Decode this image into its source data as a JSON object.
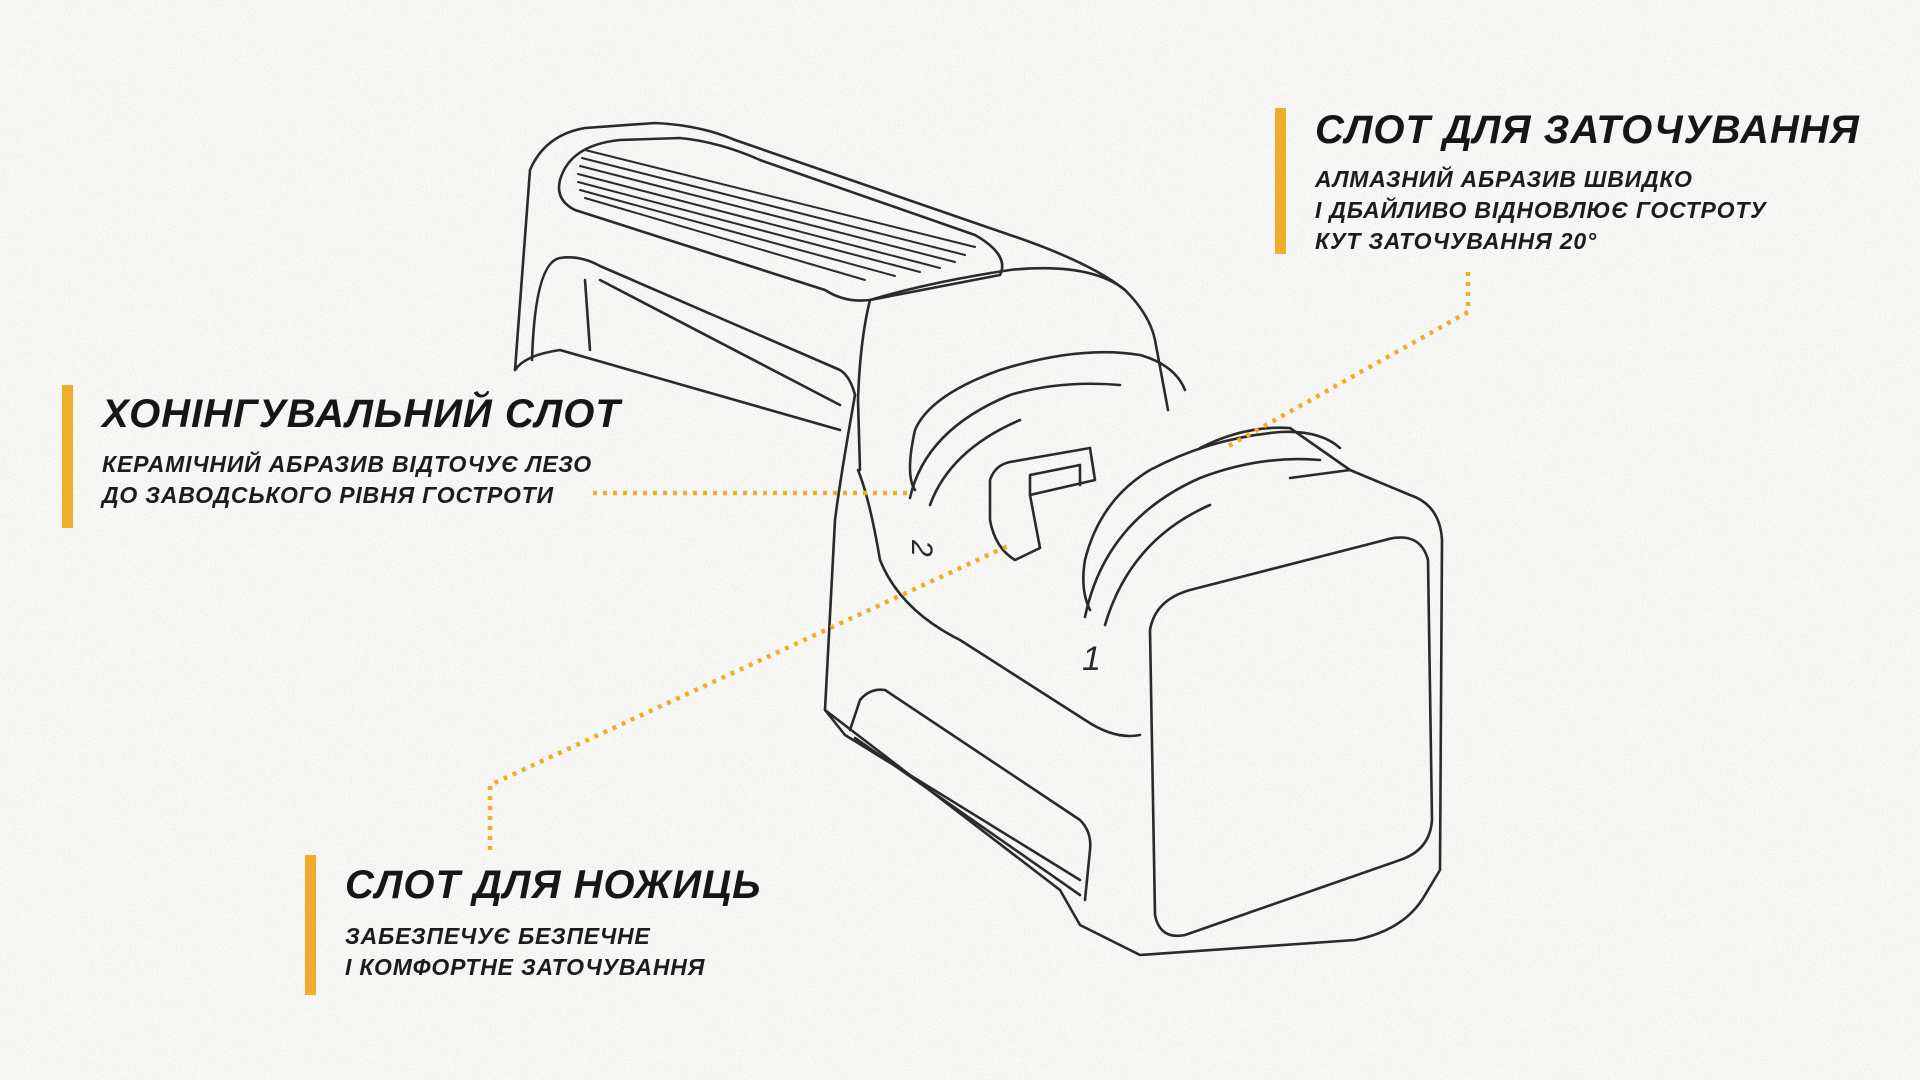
{
  "colors": {
    "background": "#f7f7f5",
    "accent": "#f0ad2c",
    "outline": "#2a2a2a",
    "text": "#161616"
  },
  "callouts": {
    "sharpening": {
      "title": "СЛОТ ДЛЯ ЗАТОЧУВАННЯ",
      "lines": [
        "АЛМАЗНИЙ АБРАЗИВ ШВИДКО",
        "І ДБАЙЛИВО ВІДНОВЛЮЄ ГОСТРОТУ",
        "КУТ ЗАТОЧУВАННЯ 20°"
      ]
    },
    "honing": {
      "title": "ХОНІНГУВАЛЬНИЙ СЛОТ",
      "lines": [
        "КЕРАМІЧНИЙ АБРАЗИВ ВІДТОЧУЄ ЛЕЗО",
        "ДО ЗАВОДСЬКОГО РІВНЯ ГОСТРОТИ"
      ]
    },
    "scissors": {
      "title": "СЛОТ ДЛЯ НОЖИЦЬ",
      "lines": [
        "ЗАБЕЗПЕЧУЄ БЕЗПЕЧНЕ",
        "І КОМФОРТНЕ ЗАТОЧУВАННЯ"
      ]
    }
  },
  "slot_numbers": {
    "first": "1",
    "second": "2"
  }
}
